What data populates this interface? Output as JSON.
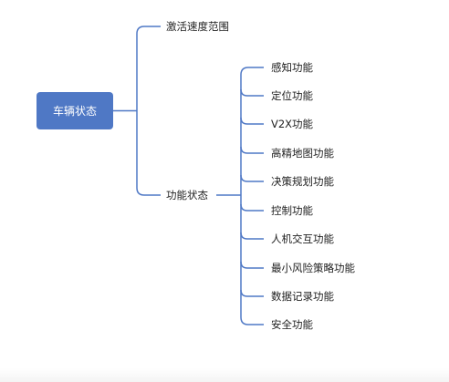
{
  "root": {
    "label": "车辆状态"
  },
  "branches": [
    {
      "label": "激活速度范围"
    },
    {
      "label": "功能状态"
    }
  ],
  "functions": [
    {
      "label": "感知功能"
    },
    {
      "label": "定位功能"
    },
    {
      "label": "V2X功能"
    },
    {
      "label": "高精地图功能"
    },
    {
      "label": "决策规划功能"
    },
    {
      "label": "控制功能"
    },
    {
      "label": "人机交互功能"
    },
    {
      "label": "最小风险策略功能"
    },
    {
      "label": "数据记录功能"
    },
    {
      "label": "安全功能"
    }
  ],
  "colors": {
    "node_fill": "#4f78c5",
    "connector": "#4f78c5",
    "text": "#222222"
  }
}
